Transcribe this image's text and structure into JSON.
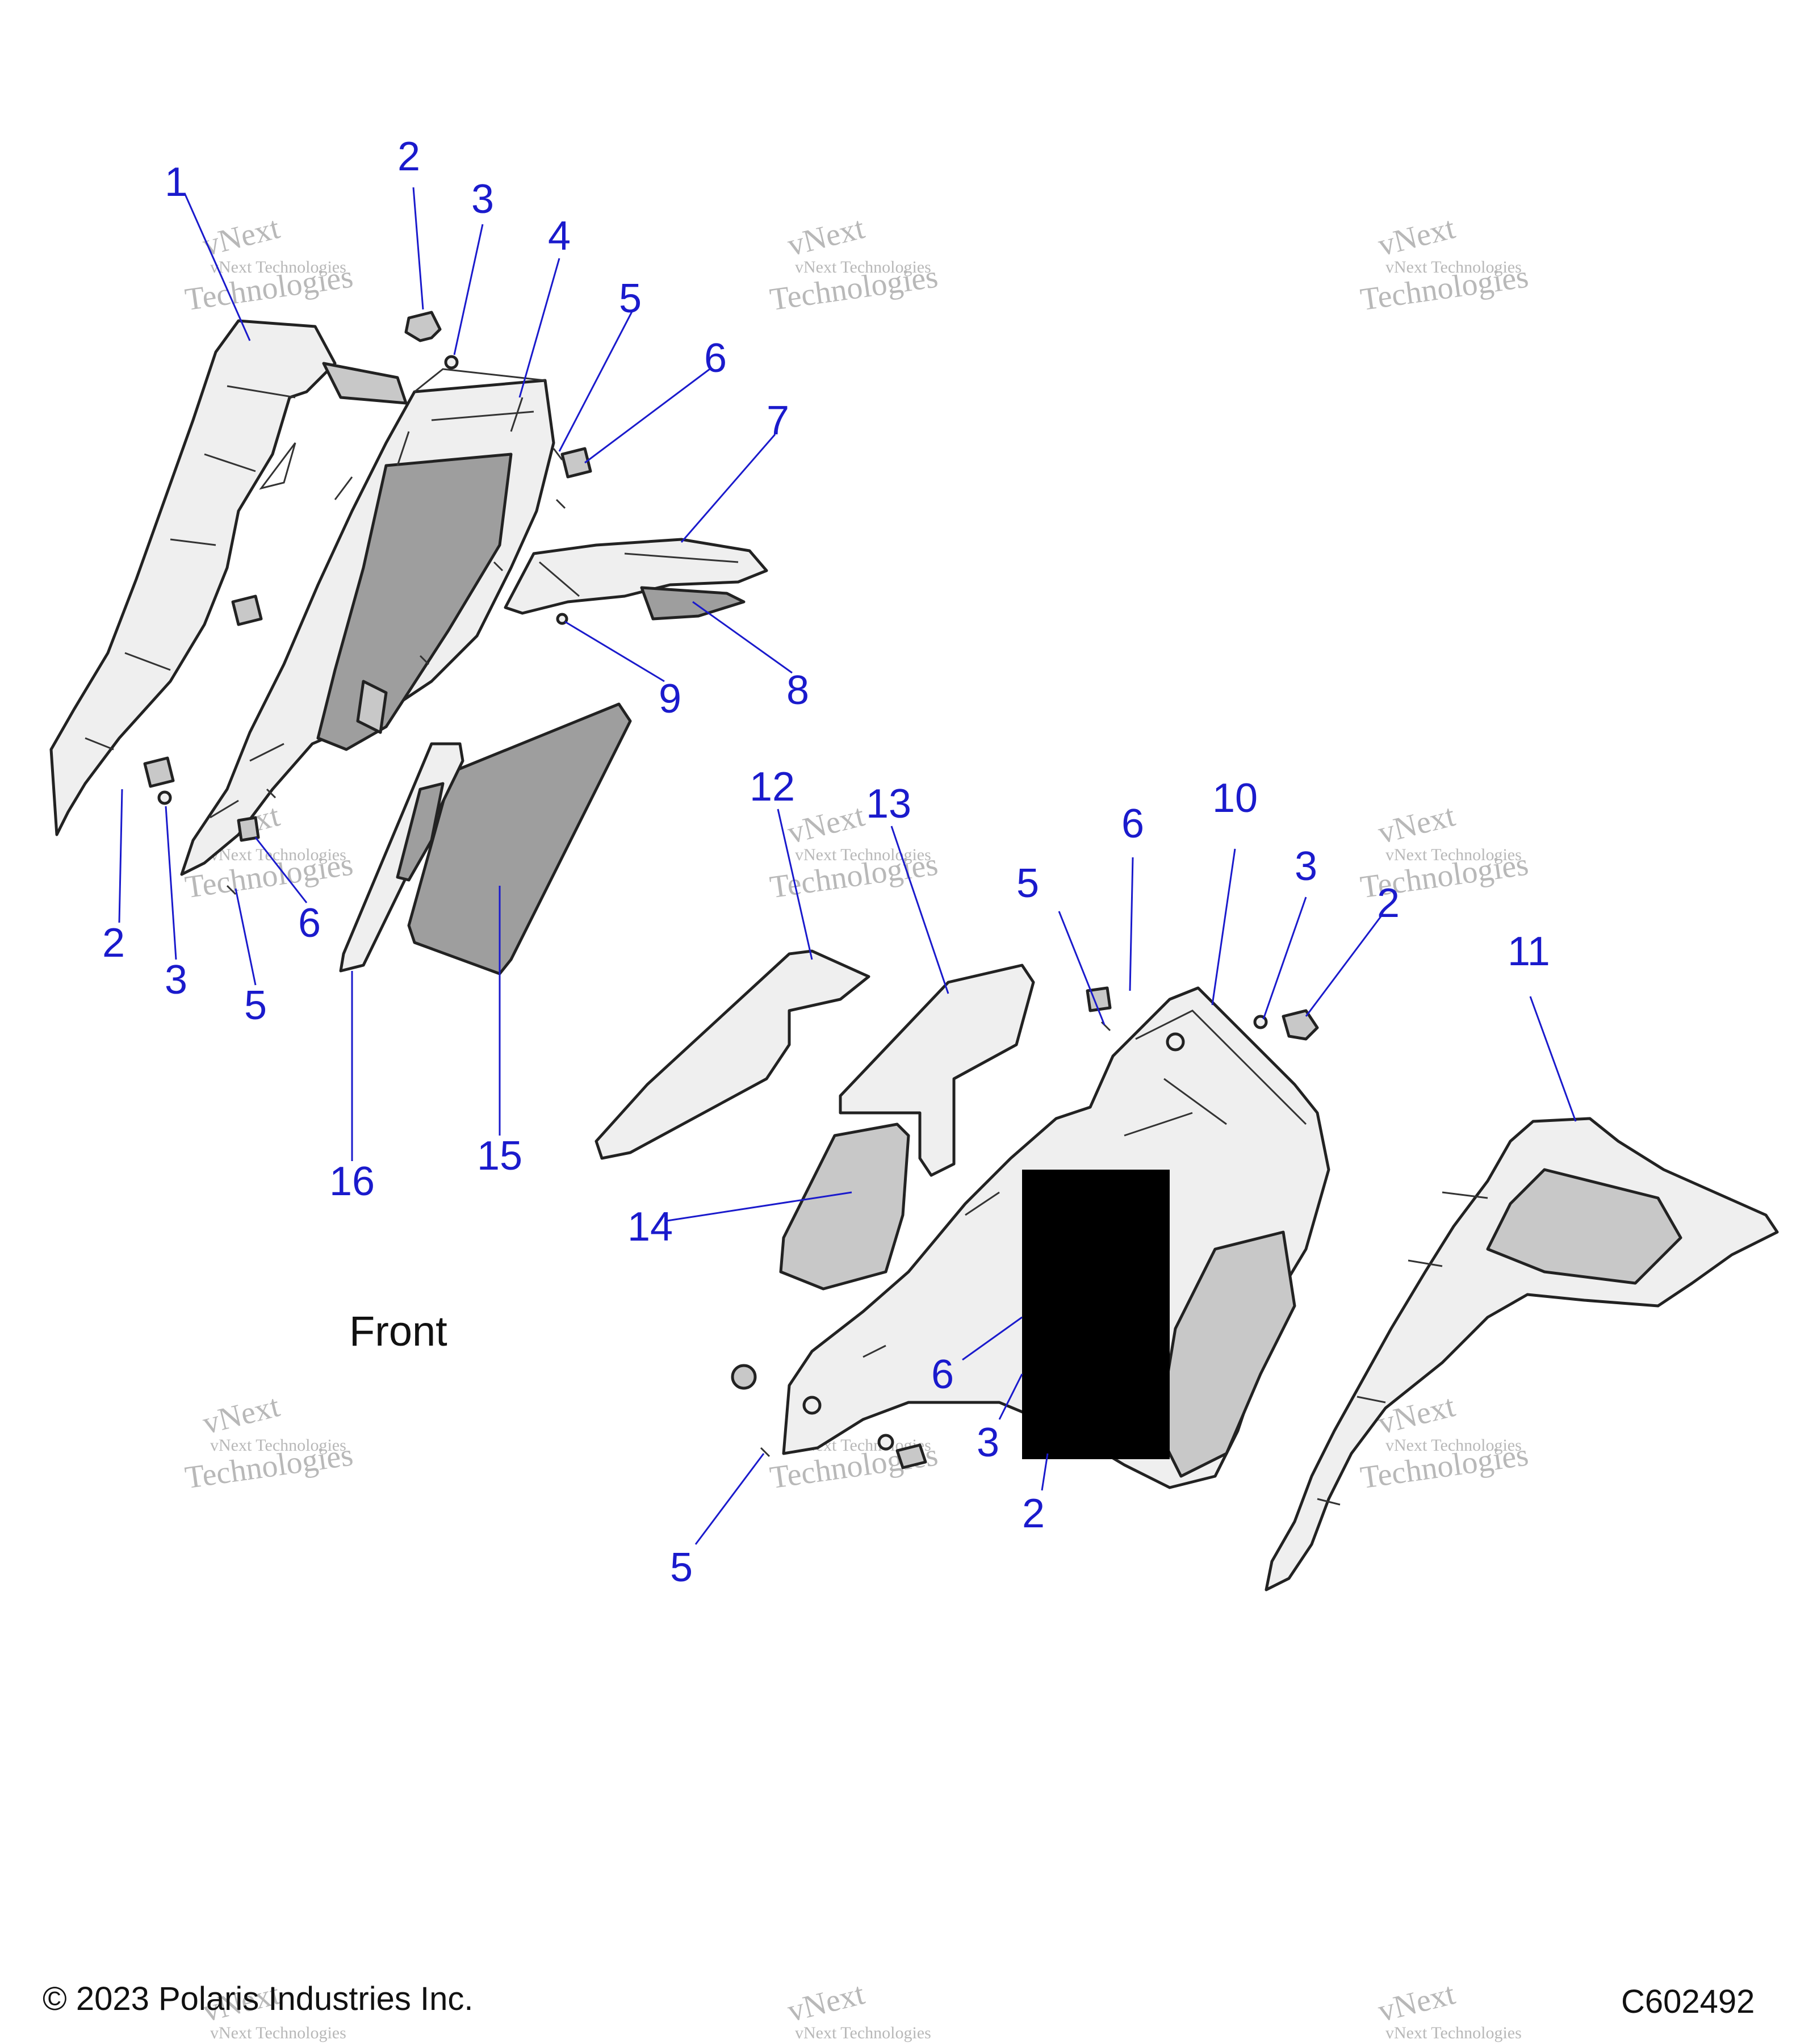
{
  "footer": {
    "copyright": "© 2023 Polaris Industries Inc.",
    "diagram_code": "C602492"
  },
  "front_label": "Front",
  "watermark": {
    "line1": "vNext Technologies",
    "line2": "vNext",
    "line3": "Technologies"
  },
  "callouts": [
    "1",
    "2",
    "3",
    "4",
    "5",
    "6",
    "7",
    "8",
    "9",
    "2",
    "3",
    "5",
    "6",
    "16",
    "15",
    "12",
    "13",
    "14",
    "5",
    "6",
    "10",
    "3",
    "2",
    "11",
    "6",
    "3",
    "2",
    "5"
  ],
  "redaction_color": "#000000",
  "callout_color": "#1a1acc"
}
